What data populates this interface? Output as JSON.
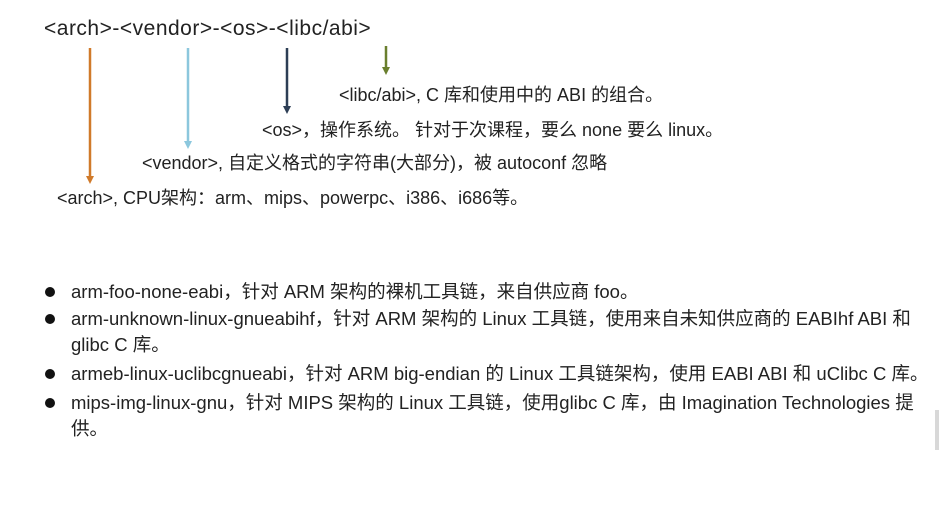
{
  "format_line": "<arch>-<vendor>-<os>-<libc/abi>",
  "descriptions": {
    "libc_abi": "<libc/abi>, C 库和使用中的 ABI 的组合。",
    "os": "<os>，操作系统。 针对于次课程，要么 none 要么 linux。",
    "vendor": "<vendor>, 自定义格式的字符串(大部分)，被 autoconf 忽略",
    "arch": "<arch>, CPU架构：arm、mips、powerpc、i386、i686等。"
  },
  "arrow_colors": {
    "arch": "#d07a2a",
    "vendor": "#8cc7dd",
    "os": "#2d3e55",
    "libc_abi": "#6a7f2e"
  },
  "bullets": [
    "arm-foo-none-eabi，针对 ARM 架构的裸机工具链，来自供应商 foo。",
    "arm-unknown-linux-gnueabihf，针对 ARM 架构的 Linux 工具链，使用来自未知供应商的 EABIhf ABI 和 glibc C 库。",
    "armeb-linux-uclibcgnueabi，针对 ARM big-endian 的 Linux 工具链架构，使用 EABI ABI 和 uClibc C 库。",
    "mips-img-linux-gnu，针对 MIPS 架构的 Linux 工具链，使用glibc C 库，由 Imagination Technologies 提供。"
  ]
}
